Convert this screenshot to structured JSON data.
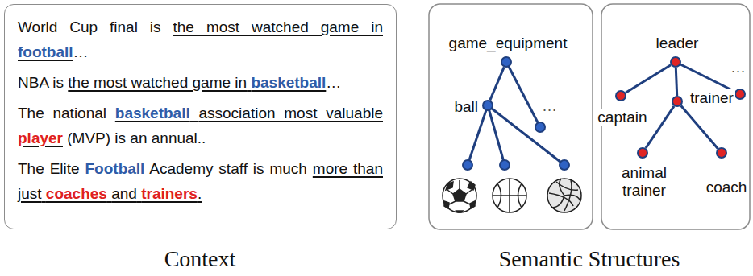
{
  "diagram": {
    "nodes": [
      {
        "text": [
          "World Cup final is",
          "the most watched game in",
          "football",
          "…",
          "NBA is",
          "the most watched game in",
          "basketball",
          "…",
          "The national",
          "basketball",
          "association most valuable",
          "player",
          "(MVP) is an annual..",
          "The Elite",
          "Football",
          "Academy staff is much",
          "more than just",
          "coaches",
          "and",
          "trainers",
          "."
        ]
      },
      {
        "text": [
          "game_equipment"
        ]
      },
      {
        "text": [
          "ball"
        ]
      },
      {
        "text": [
          "leader"
        ]
      },
      {
        "text": [
          "captain"
        ]
      },
      {
        "text": [
          "trainer"
        ]
      },
      {
        "text": [
          "animal trainer"
        ]
      },
      {
        "text": [
          "coach"
        ]
      }
    ],
    "edges": [
      {
        "from": 1,
        "to": 2,
        "arrow": "none"
      },
      {
        "from": 3,
        "to": 4,
        "arrow": "none"
      },
      {
        "from": 3,
        "to": 5,
        "arrow": "none"
      },
      {
        "from": 5,
        "to": 6,
        "arrow": "none"
      },
      {
        "from": 5,
        "to": 7,
        "arrow": "none"
      }
    ],
    "labels": [
      "…",
      "…",
      "Context",
      "Semantic Structures"
    ]
  }
}
